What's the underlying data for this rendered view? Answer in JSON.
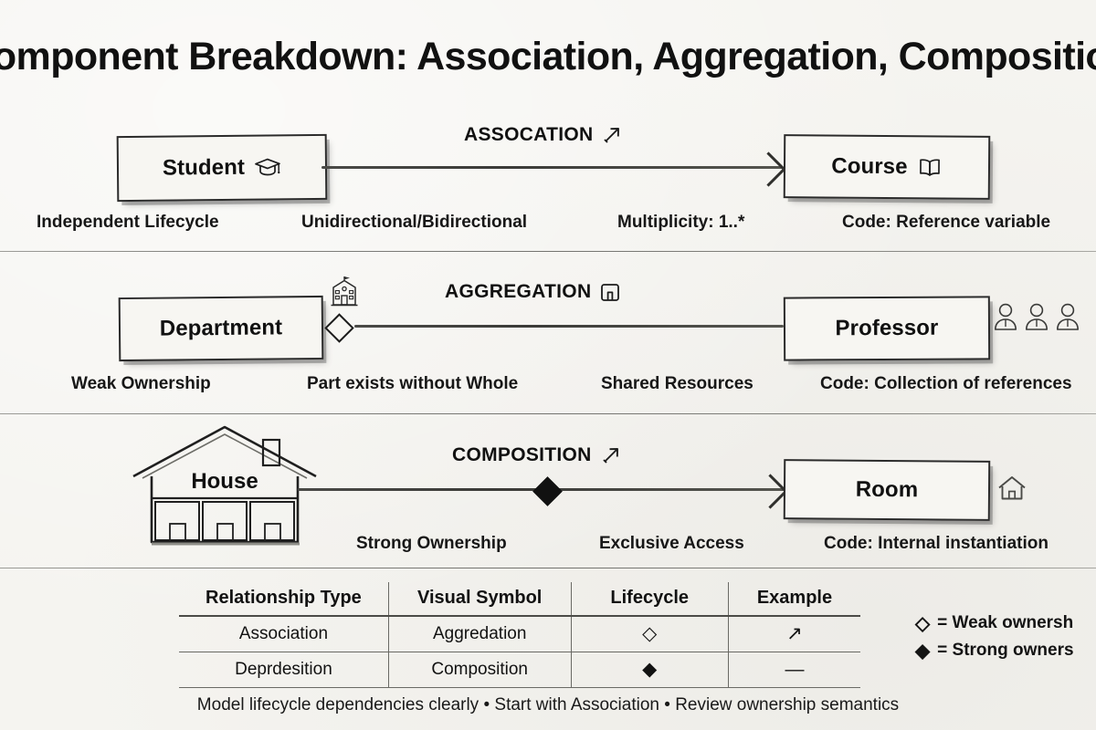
{
  "page": {
    "title": "omponent Breakdown: Association, Aggregation, Compositio",
    "background_color": "#f5f4f0",
    "ink_color": "#1a1a1a"
  },
  "sections": [
    {
      "id": "association",
      "tag_label": "ASSOCATION",
      "tag_icon": "arrow-up-right-icon",
      "left_box": {
        "label": "Student",
        "icon": "graduation-cap-icon"
      },
      "right_box": {
        "label": "Course",
        "icon": "open-book-icon"
      },
      "link_style": "arrow",
      "captions": [
        "Independent Lifecycle",
        "Unidirectional/Bidirectional",
        "Multiplicity: 1..*",
        "Code: Reference variable"
      ]
    },
    {
      "id": "aggregation",
      "tag_label": "AGGREGATION",
      "tag_icon": "door-square-icon",
      "left_box": {
        "label": "Department",
        "icon": ""
      },
      "right_box": {
        "label": "Professor",
        "icon": ""
      },
      "link_style": "hollow-diamond",
      "accent_icon_left": "school-building-icon",
      "accent_icon_right": "three-people-icon",
      "captions": [
        "Weak Ownership",
        "Part exists without Whole",
        "Shared Resources",
        "Code: Collection of references"
      ]
    },
    {
      "id": "composition",
      "tag_label": "COMPOSITION",
      "tag_icon": "arrow-up-right-icon",
      "left_box": {
        "label": "House",
        "icon": "house-illustration"
      },
      "right_box": {
        "label": "Room",
        "icon": ""
      },
      "link_style": "filled-diamond-arrow",
      "accent_icon_right": "home-outline-icon",
      "captions": [
        "Strong Ownership",
        "Exclusive Access",
        "Code: Internal instantiation"
      ]
    }
  ],
  "summary_table": {
    "headers": [
      "Relationship Type",
      "Visual Symbol",
      "Lifecycle",
      "Example"
    ],
    "rows": [
      [
        "Association",
        "Aggredation",
        "◇",
        "↗"
      ],
      [
        "Deprdesition",
        "Composition",
        "◆",
        "—"
      ]
    ]
  },
  "legend": {
    "items": [
      {
        "glyph": "◇",
        "text": "= Weak ownersh"
      },
      {
        "glyph": "◆",
        "text": "= Strong owners"
      }
    ]
  },
  "footer": {
    "text": "Model lifecycle dependencies clearly • Start with Association • Review ownership semantics"
  }
}
